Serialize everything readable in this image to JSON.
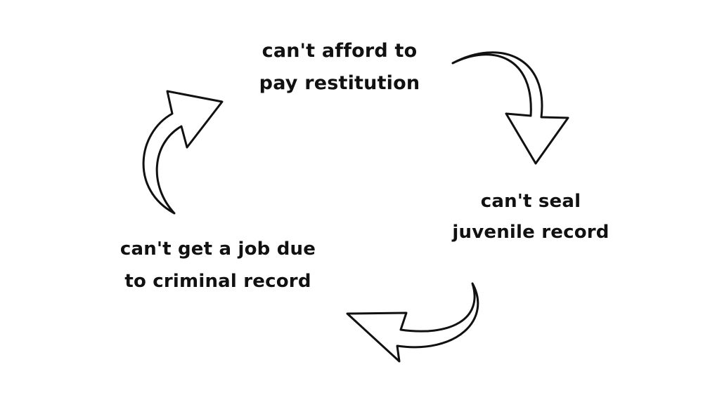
{
  "cycle": {
    "nodes": [
      {
        "lines": [
          "can't afford to",
          "pay restitution"
        ]
      },
      {
        "lines": [
          "can't seal",
          "juvenile record"
        ]
      },
      {
        "lines": [
          "can't get a job due",
          "to criminal record"
        ]
      }
    ]
  }
}
